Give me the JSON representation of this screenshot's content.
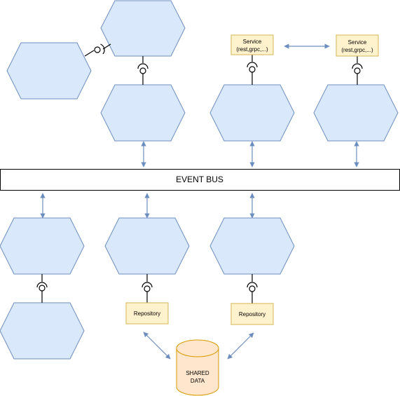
{
  "event_bus": {
    "label": "EVENT BUS"
  },
  "services": [
    {
      "line1": "Service",
      "line2": "(rest,grpc,...)"
    },
    {
      "line1": "Service",
      "line2": "(rest,grpc,...)"
    }
  ],
  "repositories": [
    {
      "label": "Repository"
    },
    {
      "label": "Repository"
    }
  ],
  "shared_data": {
    "line1": "SHARED",
    "line2": "DATA"
  },
  "colors": {
    "hex_fill": "#dae8fc",
    "hex_stroke": "#6c8ebf",
    "note_fill": "#fff2cc",
    "note_stroke": "#d6b656",
    "db_fill": "#ffe6cc",
    "db_stroke": "#d79b00",
    "arrow": "#6c8ebf"
  }
}
